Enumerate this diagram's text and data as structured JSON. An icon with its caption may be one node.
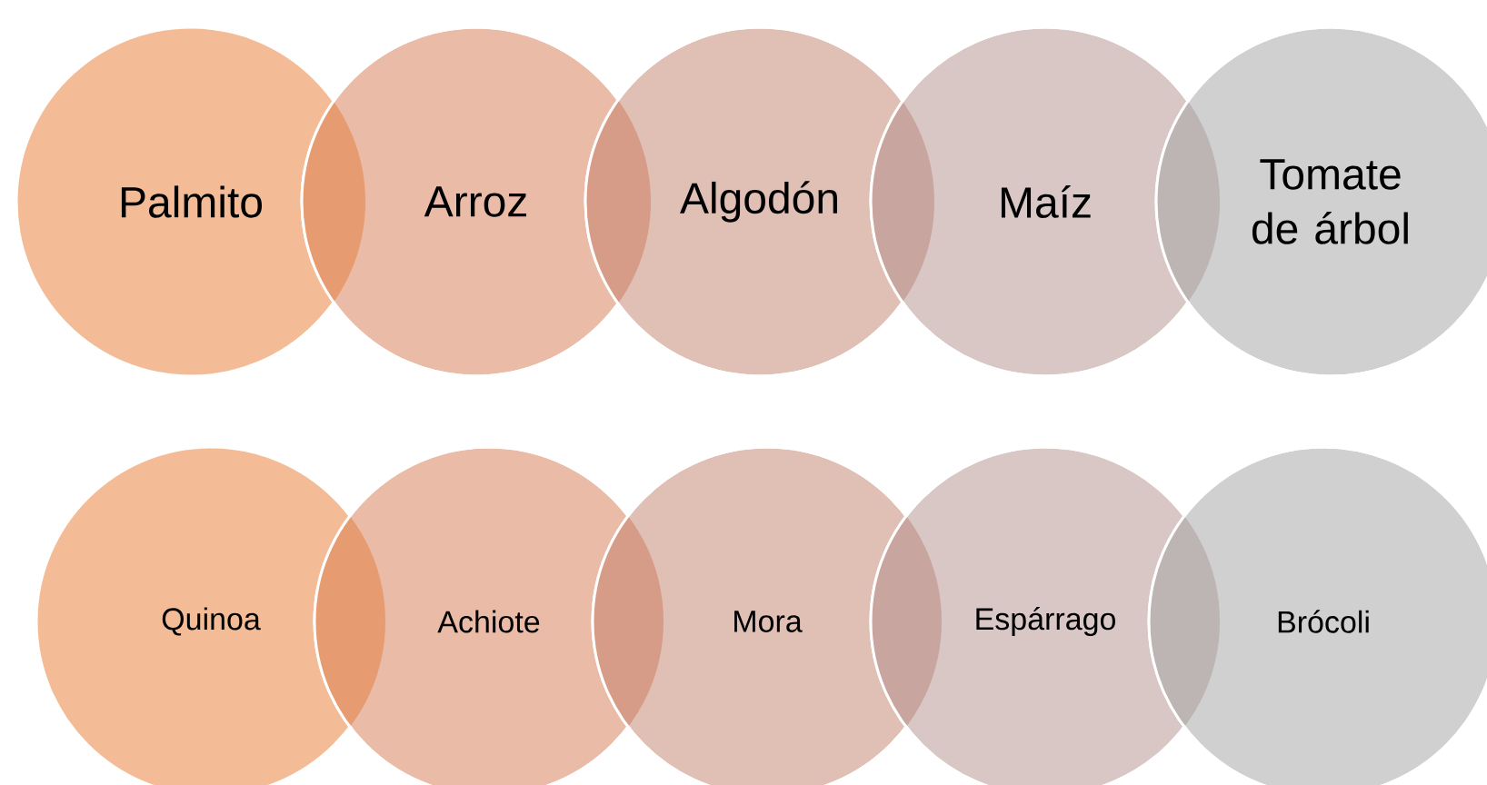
{
  "diagram": {
    "nodes": [
      {
        "text": [
          "Palmito"
        ]
      },
      {
        "text": [
          "Arroz"
        ]
      },
      {
        "text": [
          "Algodón"
        ]
      },
      {
        "text": [
          "Maíz"
        ]
      },
      {
        "text": [
          "Tomate de árbol"
        ]
      },
      {
        "text": [
          "Quinoa"
        ]
      },
      {
        "text": [
          "Achiote"
        ]
      },
      {
        "text": [
          "Mora"
        ]
      },
      {
        "text": [
          "Espárrago"
        ]
      },
      {
        "text": [
          "Brócoli"
        ]
      }
    ]
  }
}
